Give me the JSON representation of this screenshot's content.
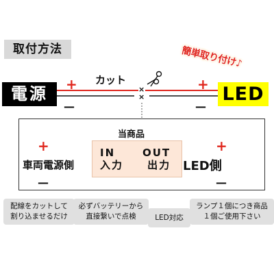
{
  "title": "取付方法",
  "catchphrase": "簡単取り付け♪",
  "wiring": {
    "cut_label": "カット",
    "cut_marks": "×",
    "power_label": "電源",
    "led_label": "LED",
    "plus": "+",
    "minus": "—"
  },
  "device": {
    "product_label": "当商品",
    "in_line1": "IN",
    "in_line2": "入力",
    "out_line1": "OUT",
    "out_line2": "出力",
    "left_side_label": "車両電源側",
    "right_side_label": "LED側"
  },
  "notes": [
    {
      "line1": "配線をカットして",
      "line2": "割り込ませるだけ"
    },
    {
      "line1": "必ずバッテリーから",
      "line2": "直接繋いで点検"
    },
    {
      "line1": "LED対応",
      "line2": ""
    },
    {
      "line1": "ランプ１個につき商品",
      "line2": "１個ご使用下さい"
    }
  ],
  "colors": {
    "plus_wire": "#e0261d",
    "minus_wire": "#111111",
    "led_box": "#ffff00",
    "device_fill": "#fde7d8"
  }
}
